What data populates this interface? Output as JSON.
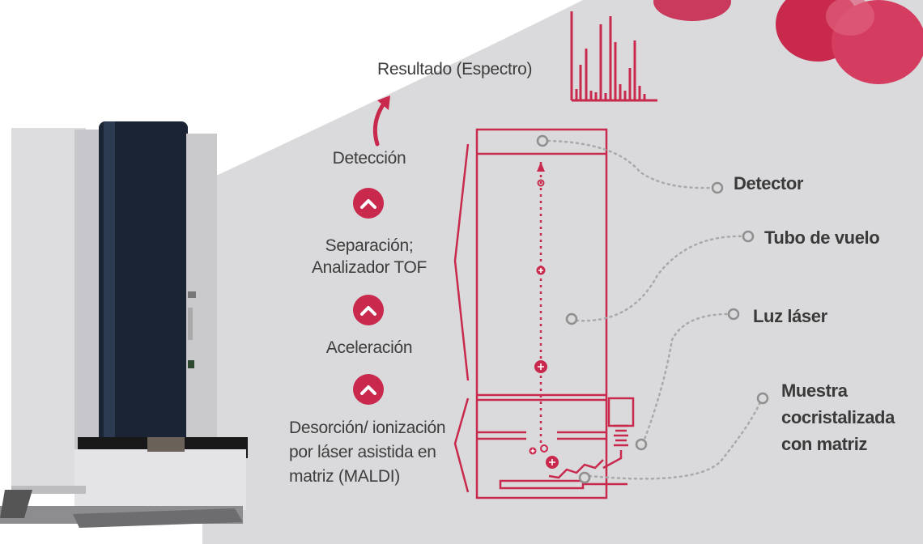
{
  "colors": {
    "accent": "#c8294c",
    "background_gray": "#dadadc",
    "text": "#3d3d3d",
    "connector": "#a9a9a9"
  },
  "steps": {
    "result": "Resultado (Espectro)",
    "detection": "Detección",
    "separation_line1": "Separación;",
    "separation_line2": "Analizador TOF",
    "acceleration": "Aceleración",
    "maldi_line1": "Desorción/ ionización",
    "maldi_line2": "por láser asistida en",
    "maldi_line3": "matriz (MALDI)"
  },
  "callouts": {
    "detector": "Detector",
    "flight_tube": "Tubo de vuelo",
    "laser": "Luz láser",
    "sample_line1": "Muestra",
    "sample_line2": "cocristalizada",
    "sample_line3": "con matriz"
  },
  "icons": {
    "result_arrow": "curved-arrow-up-icon",
    "step_up": "chevron-up-icon"
  }
}
